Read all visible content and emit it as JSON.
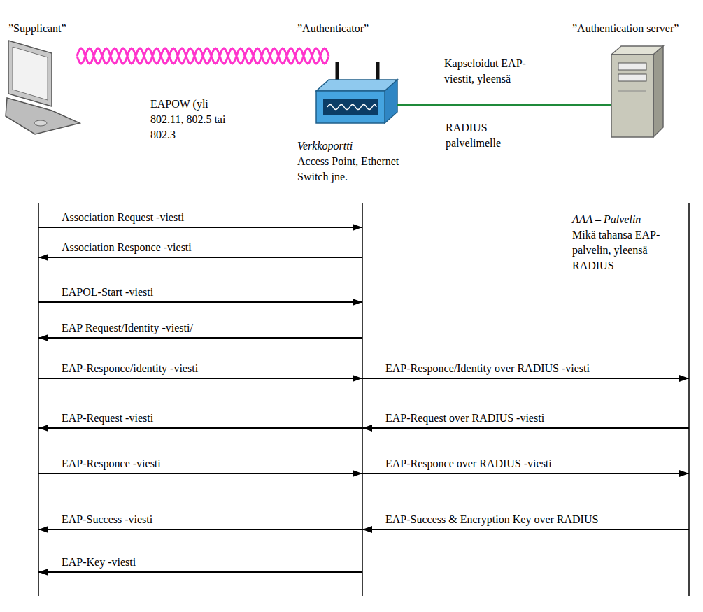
{
  "diagram": {
    "nodes": [
      {
        "text": [
          "”Supplicant”"
        ]
      },
      {
        "text": [
          "”Authenticator”",
          "Verkkoportti",
          "Access Point, Ethernet Switch jne."
        ]
      },
      {
        "text": [
          "”Authentication server”",
          "AAA – Palvelin",
          "Mikä tahansa EAP- palvelin, yleensä RADIUS"
        ]
      }
    ],
    "edges": [
      {
        "from": 0,
        "to": 1,
        "arrow": "none"
      },
      {
        "from": 1,
        "to": 2,
        "arrow": "none"
      },
      {
        "from": 0,
        "to": 1,
        "arrow": "to",
        "label": "Association Request -viesti"
      },
      {
        "from": 1,
        "to": 0,
        "arrow": "to",
        "label": "Association Responce -viesti"
      },
      {
        "from": 0,
        "to": 1,
        "arrow": "to",
        "label": "EAPOL-Start -viesti"
      },
      {
        "from": 1,
        "to": 0,
        "arrow": "to",
        "label": "EAP Request/Identity -viesti/"
      },
      {
        "from": 0,
        "to": 1,
        "arrow": "to",
        "label": "EAP-Responce/identity -viesti"
      },
      {
        "from": 1,
        "to": 2,
        "arrow": "to",
        "label": "EAP-Responce/Identity over RADIUS -viesti"
      },
      {
        "from": 1,
        "to": 0,
        "arrow": "to",
        "label": "EAP-Request -viesti"
      },
      {
        "from": 2,
        "to": 1,
        "arrow": "to",
        "label": "EAP-Request over RADIUS -viesti"
      },
      {
        "from": 0,
        "to": 1,
        "arrow": "to",
        "label": "EAP-Responce -viesti"
      },
      {
        "from": 1,
        "to": 2,
        "arrow": "to",
        "label": "EAP-Responce over RADIUS -viesti"
      },
      {
        "from": 1,
        "to": 0,
        "arrow": "to",
        "label": "EAP-Success -viesti"
      },
      {
        "from": 2,
        "to": 1,
        "arrow": "to",
        "label": "EAP-Success & Encryption Key over RADIUS"
      },
      {
        "from": 1,
        "to": 0,
        "arrow": "to",
        "label": "EAP-Key -viesti"
      }
    ],
    "labels": [
      "EAPOW (yli 802.11, 802.5 tai 802.3",
      "Kapseloidut EAP- viestit, yleensä",
      "RADIUS – palvelimelle"
    ]
  }
}
